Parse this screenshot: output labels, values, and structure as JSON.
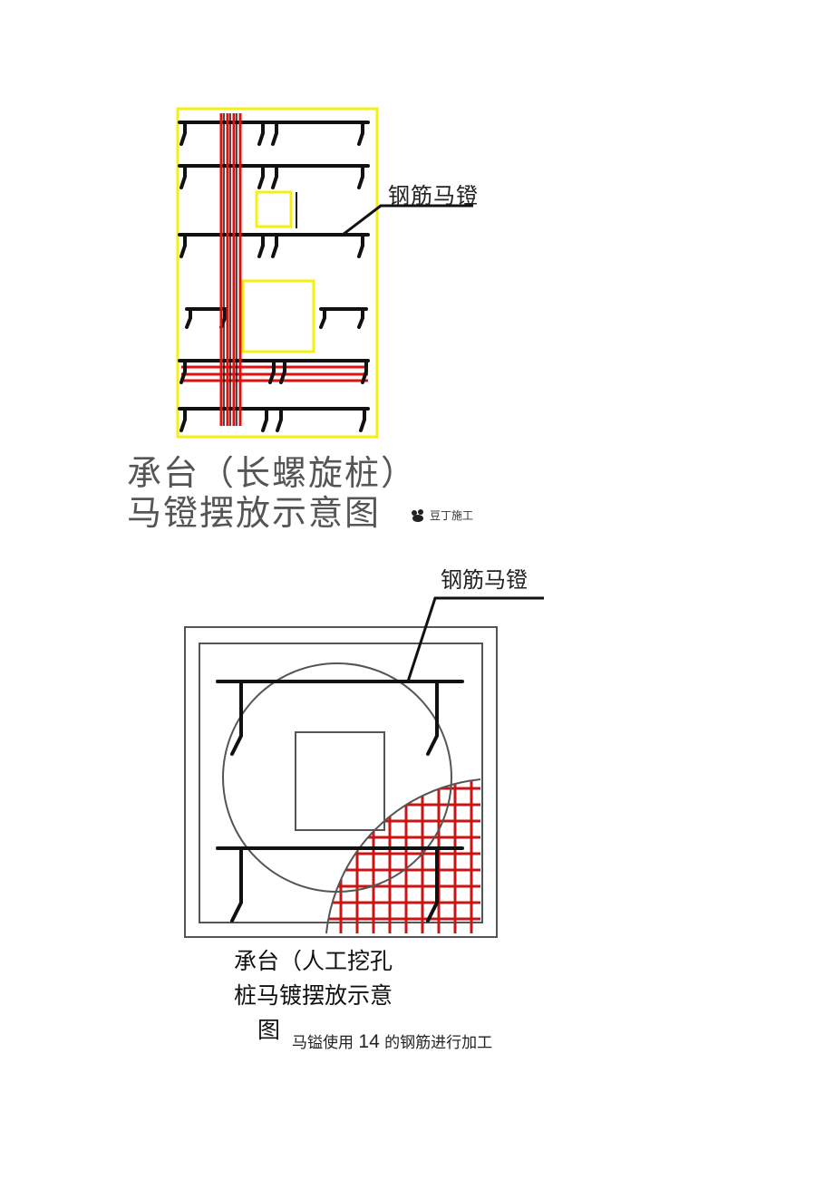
{
  "figure1": {
    "callout": "钢筋马镫",
    "caption_line1": "承台（长螺旋桩）",
    "caption_line2": "马镫摆放示意图",
    "watermark": "豆丁施工"
  },
  "figure2": {
    "callout": "钢筋马镫",
    "caption_line1": "承台（人工挖孔",
    "caption_line2": "桩马镀摆放示意",
    "caption_line3": "图"
  },
  "note": {
    "prefix": "马镒使用",
    "number": "14",
    "suffix": "的钢筋进行加工"
  },
  "colors": {
    "rebar": "#111111",
    "highlight_red": "#e01010",
    "frame_yellow": "#f5f010",
    "grid_red": "#cc1414",
    "outline_gray": "#555555"
  }
}
